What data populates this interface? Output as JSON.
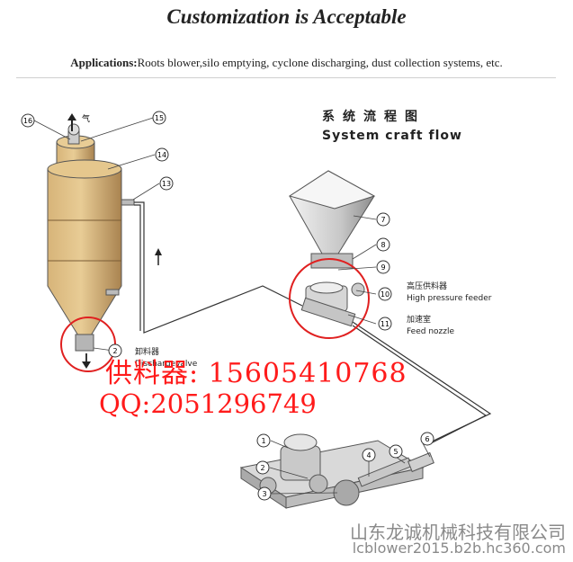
{
  "header": {
    "title": "Customization is Acceptable",
    "applications_label": "Applications:",
    "applications_text": "Roots blower,silo emptying, cyclone discharging, dust collection systems, etc."
  },
  "diagram": {
    "title_cn": "系统流程图",
    "title_en": "System craft flow",
    "numbers": [
      "1",
      "2",
      "3",
      "4",
      "5",
      "6",
      "7",
      "8",
      "9",
      "10",
      "11",
      "13",
      "14",
      "15",
      "16"
    ],
    "labels": {
      "high_pressure_cn": "高压供料器",
      "high_pressure_en": "High pressure feeder",
      "nozzle_cn": "加速室",
      "nozzle_en": "Feed nozzle",
      "discharge_cn": "卸料器",
      "discharge_en": "Dischargevalve",
      "gas_label": "气"
    }
  },
  "overlay": {
    "phone_line": "供料器:  15605410768",
    "qq_line": "QQ:2051296749"
  },
  "watermark": {
    "company": "山东龙诚机械科技有限公司",
    "site": "lcblower2015.b2b.hc360.com"
  },
  "colors": {
    "tank": "#c9a268",
    "red_text": "#ff1b1b",
    "red_circle": "#e02020"
  }
}
